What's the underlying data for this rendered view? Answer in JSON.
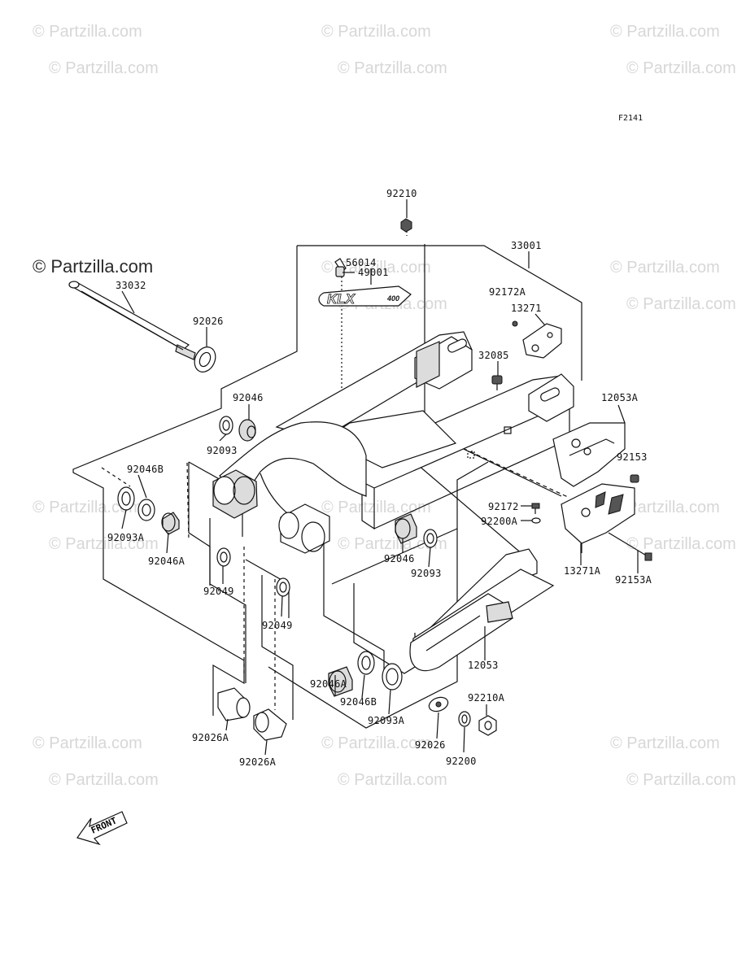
{
  "figure": {
    "code": "F2141"
  },
  "watermarks": {
    "faint": "© Partzilla.com",
    "strong": "© Partzilla.com"
  },
  "logo_decal": {
    "text": "KLX",
    "suffix": "400"
  },
  "front_label": "FRONT",
  "parts": [
    {
      "id": "92210",
      "label": "92210"
    },
    {
      "id": "33001",
      "label": "33001"
    },
    {
      "id": "56014",
      "label": "56014"
    },
    {
      "id": "92172A",
      "label": "92172A"
    },
    {
      "id": "13271",
      "label": "13271"
    },
    {
      "id": "33032",
      "label": "33032"
    },
    {
      "id": "92026_top",
      "label": "92026"
    },
    {
      "id": "49001",
      "label": "49001"
    },
    {
      "id": "32085",
      "label": "32085"
    },
    {
      "id": "12053A",
      "label": "12053A"
    },
    {
      "id": "92046_left",
      "label": "92046"
    },
    {
      "id": "92093_left",
      "label": "92093"
    },
    {
      "id": "92153",
      "label": "92153"
    },
    {
      "id": "92046B_left",
      "label": "92046B"
    },
    {
      "id": "92093A_left",
      "label": "92093A"
    },
    {
      "id": "92046A_left",
      "label": "92046A"
    },
    {
      "id": "92172",
      "label": "92172"
    },
    {
      "id": "92200A",
      "label": "92200A"
    },
    {
      "id": "92046_mid",
      "label": "92046"
    },
    {
      "id": "92093_mid",
      "label": "92093"
    },
    {
      "id": "13271A",
      "label": "13271A"
    },
    {
      "id": "92153A",
      "label": "92153A"
    },
    {
      "id": "92049_a",
      "label": "92049"
    },
    {
      "id": "92049_b",
      "label": "92049"
    },
    {
      "id": "12053",
      "label": "12053"
    },
    {
      "id": "92046A_bot",
      "label": "92046A"
    },
    {
      "id": "92046B_bot",
      "label": "92046B"
    },
    {
      "id": "92093A_bot",
      "label": "92093A"
    },
    {
      "id": "92210A",
      "label": "92210A"
    },
    {
      "id": "92026A_a",
      "label": "92026A"
    },
    {
      "id": "92026A_b",
      "label": "92026A"
    },
    {
      "id": "92026_bot",
      "label": "92026"
    },
    {
      "id": "92200",
      "label": "92200"
    }
  ]
}
